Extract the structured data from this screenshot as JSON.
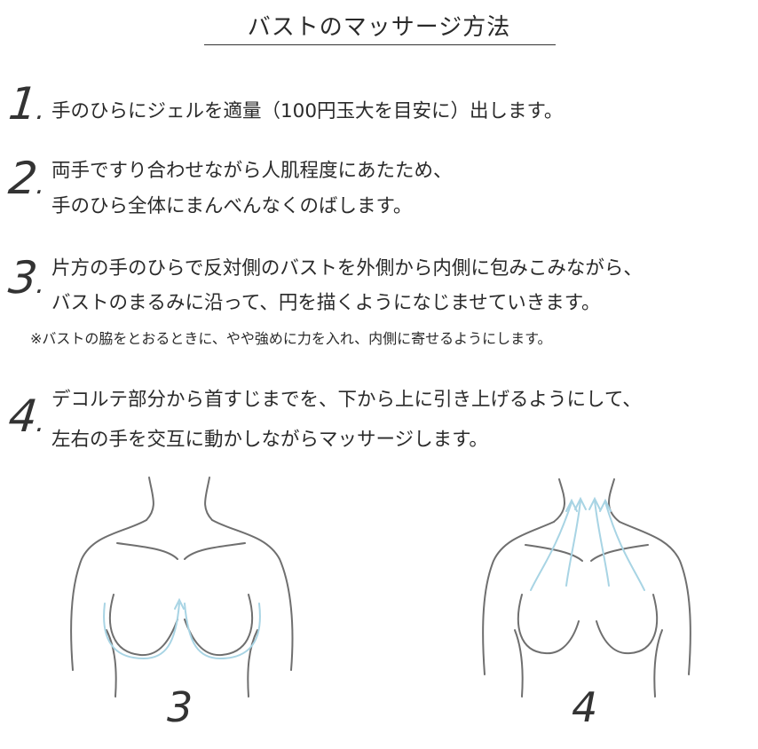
{
  "title": "バストのマッサージ方法",
  "steps": [
    {
      "number": "1",
      "lines": [
        "手のひらにジェルを適量（100円玉大を目安に）出します。"
      ]
    },
    {
      "number": "2",
      "lines": [
        "両手ですり合わせながら人肌程度にあたため、",
        "手のひら全体にまんべんなくのばします。"
      ]
    },
    {
      "number": "3",
      "lines": [
        "片方の手のひらで反対側のバストを外側から内側に包みこみながら、",
        "バストのまるみに沿って、円を描くようになじませていきます。"
      ],
      "note": "※バストの脇をとおるときに、やや強めに力を入れ、内側に寄せるようにします。"
    },
    {
      "number": "4",
      "lines": [
        "デコルテ部分から首すじまでを、下から上に引き上げるようにして、",
        "左右の手を交互に動かしながらマッサージします。"
      ]
    }
  ],
  "figures": [
    {
      "label": "3"
    },
    {
      "label": "4"
    }
  ],
  "colors": {
    "outline": "#6f6f6f",
    "arrow": "#a8d4e4",
    "text": "#2a2a2a"
  }
}
